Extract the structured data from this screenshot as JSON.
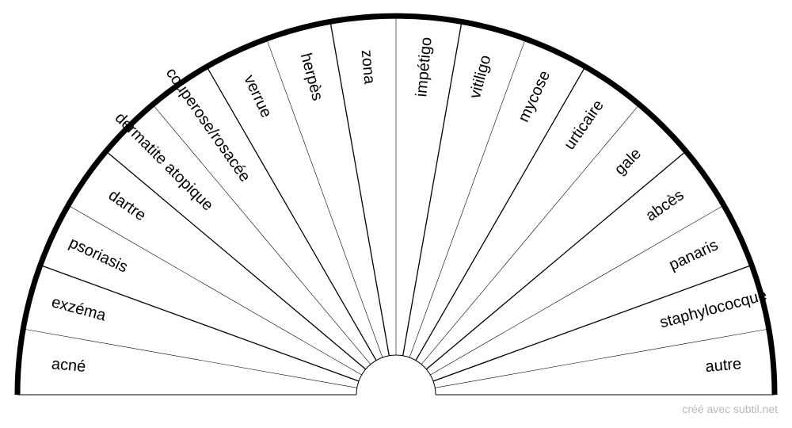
{
  "diagram": {
    "type": "semicircular-pendulum-chart",
    "sectors": [
      "acné",
      "exzéma",
      "psoriasis",
      "dartre",
      "dermatite atopique",
      "couperose/rosacée",
      "verrue",
      "herpès",
      "zona",
      "impétigo",
      "vitiligo",
      "mycose",
      "urticaire",
      "gale",
      "abcès",
      "panaris",
      "staphylococque",
      "autre"
    ],
    "colors": {
      "outline": "#000000",
      "divider": "#000000",
      "background": "#ffffff",
      "credit": "#b8b8b8"
    }
  },
  "credit": "créé avec subtil.net"
}
